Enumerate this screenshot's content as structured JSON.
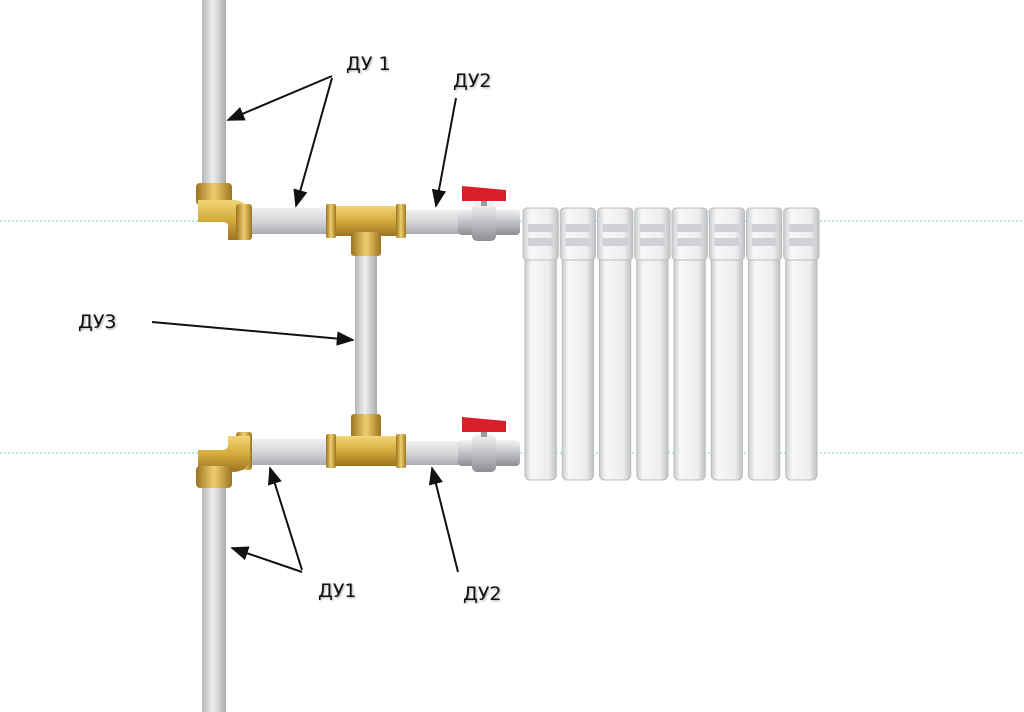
{
  "labels": {
    "top_riser": "ДУ 1",
    "top_supply": "ДУ2",
    "bypass": "ДУ3",
    "bottom_riser": "ДУ1",
    "bottom_supply": "ДУ2"
  },
  "colors": {
    "pipe": "#d9dadc",
    "pipe_shade": "#aeb0b3",
    "brass": "#d4aa3c",
    "brass_dark": "#9c7420",
    "valve_handle": "#d8202a",
    "radiator": "#f1f2f3",
    "guide_line": "#6fd3cf",
    "arrow": "#111111"
  },
  "radiator": {
    "sections": 8
  }
}
